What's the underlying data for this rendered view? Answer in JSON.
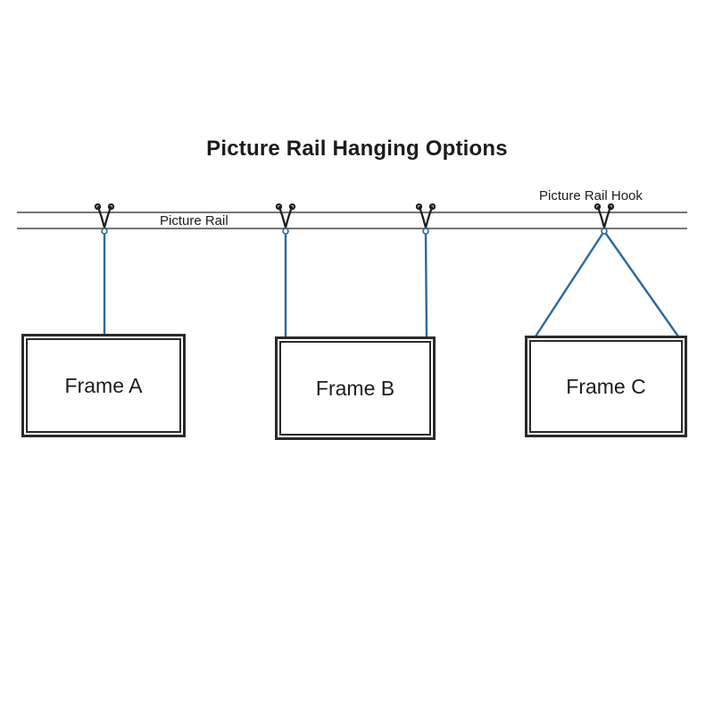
{
  "title": "Picture Rail Hanging Options",
  "labels": {
    "rail": "Picture Rail",
    "hook": "Picture Rail Hook"
  },
  "frames": [
    {
      "label": "Frame A"
    },
    {
      "label": "Frame B"
    },
    {
      "label": "Frame C"
    }
  ],
  "colors": {
    "wire": "#2b6a9e",
    "rail": "#636363",
    "frame_border": "#2b2b2b",
    "text": "#1c1c1c"
  }
}
